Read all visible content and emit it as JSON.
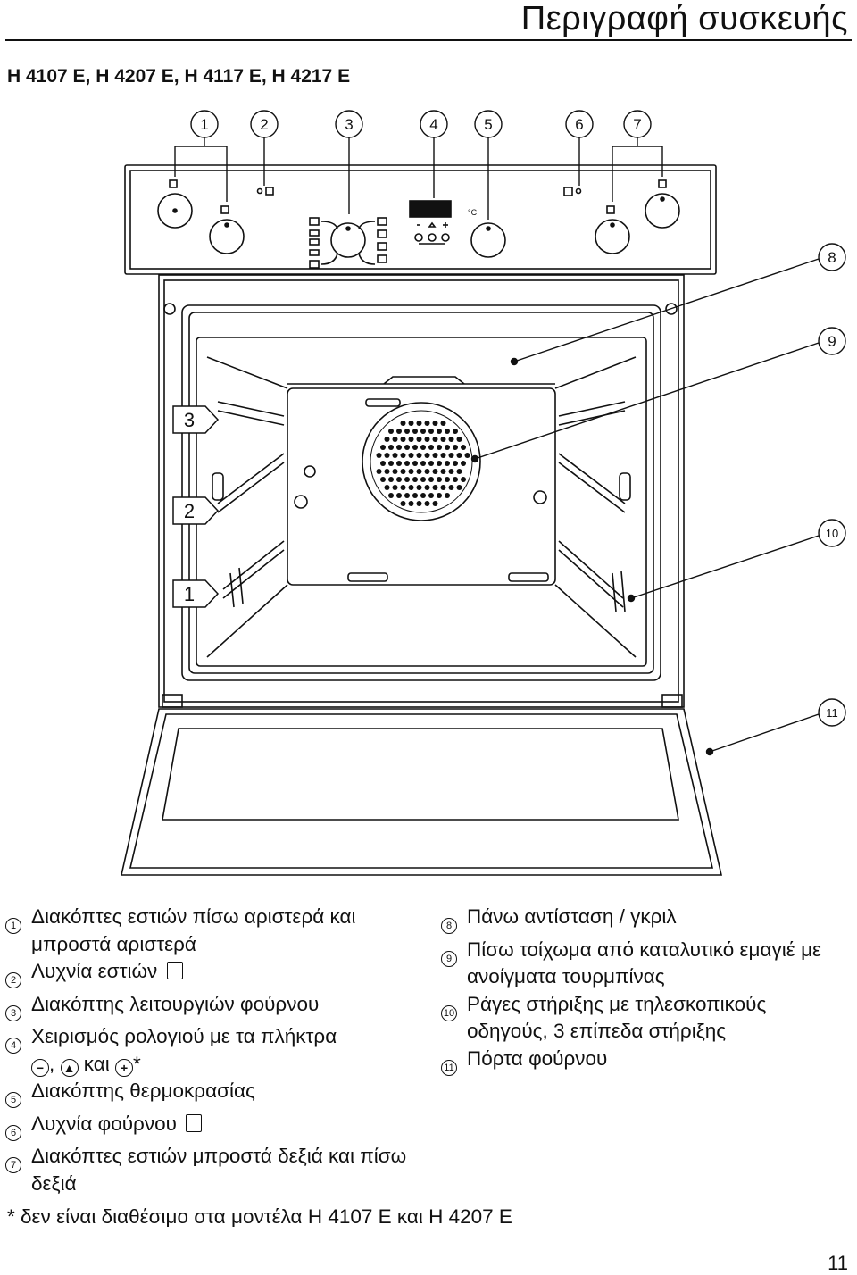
{
  "header": {
    "title": "Περιγραφή συσκευής"
  },
  "models": "H 4107 E, H 4207 E, H 4117 E, H 4217 E",
  "figure": {
    "callouts_top": [
      "1",
      "2",
      "3",
      "4",
      "5",
      "6",
      "7"
    ],
    "callouts_right": [
      "8",
      "9",
      "10",
      "11"
    ],
    "levels": [
      "3",
      "2",
      "1"
    ],
    "unit_label": "°C"
  },
  "legend_left": [
    {
      "n": "1",
      "text": "Διακόπτες εστιών πίσω αριστερά και μπροστά αριστερά"
    },
    {
      "n": "2",
      "text": "Λυχνία εστιών"
    },
    {
      "n": "3",
      "text": "Διακόπτης λειτουργιών φούρνου"
    },
    {
      "n": "4",
      "text": "Χειρισμός ρολογιού με τα πλήκτρα",
      "line2_sep": ",",
      "line2_and": "και",
      "line2_star": "*"
    },
    {
      "n": "5",
      "text": "Διακόπτης θερμοκρασίας"
    },
    {
      "n": "6",
      "text": "Λυχνία φούρνου"
    },
    {
      "n": "7",
      "text": "Διακόπτες εστιών μπροστά δεξιά και πίσω δεξιά"
    }
  ],
  "legend_right": [
    {
      "n": "8",
      "text": "Πάνω αντίσταση / γκριλ"
    },
    {
      "n": "9",
      "text": "Πίσω τοίχωμα από καταλυτικό εμαγιέ με ανοίγματα τουρμπίνας"
    },
    {
      "n": "10",
      "text": "Ράγες στήριξης με τηλεσκοπικούς οδηγούς, 3 επίπεδα στήριξης"
    },
    {
      "n": "11",
      "text": "Πόρτα φούρνου"
    }
  ],
  "footnote": "* δεν είναι διαθέσιμο στα μοντέλα H 4107 E και H 4207 E",
  "page_number": "11"
}
